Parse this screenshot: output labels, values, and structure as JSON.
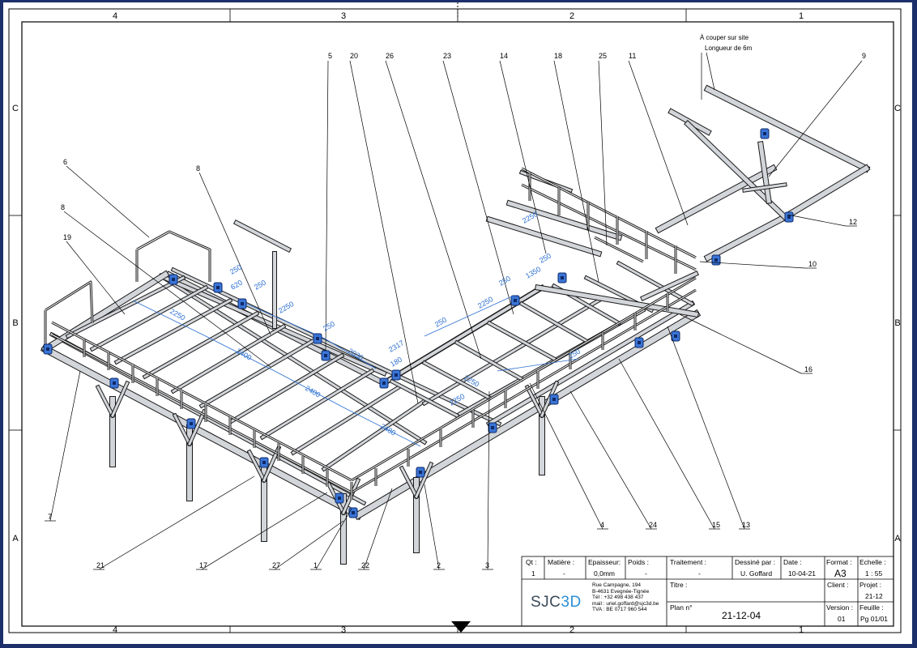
{
  "border": {
    "zones_columns": [
      "4",
      "3",
      "2",
      "1"
    ],
    "zones_rows": [
      "C",
      "B",
      "A"
    ]
  },
  "callouts": {
    "top": [
      "5",
      "20",
      "26",
      "23",
      "14",
      "18",
      "25",
      "11",
      "9"
    ],
    "left": [
      "6",
      "8",
      "19",
      "8"
    ],
    "right": [
      "12",
      "10",
      "16"
    ],
    "bottom": [
      "7",
      "21",
      "17",
      "27",
      "1",
      "22",
      "2",
      "3",
      "4",
      "24",
      "15",
      "13"
    ]
  },
  "site_note": [
    "À couper sur site",
    "Longueur de 6m"
  ],
  "dimensions": [
    "250",
    "620",
    "250",
    "2250",
    "250",
    "2030",
    "2317",
    "180",
    "2250",
    "2400",
    "2400",
    "2480",
    "2250",
    "250",
    "2250",
    "250",
    "1350",
    "250",
    "2250",
    "250",
    "2250"
  ],
  "title_block": {
    "qt_label": "Qt :",
    "qt": "1",
    "matiere_label": "Matière :",
    "matiere": "-",
    "epaisseur_label": "Epaisseur:",
    "epaisseur": "0,0mm",
    "poids_label": "Poids :",
    "poids": "-",
    "traitement_label": "Traitement :",
    "traitement": "-",
    "dessine_label": "Dessiné par :",
    "dessine": "U. Goffard",
    "date_label": "Date :",
    "date": "10-04-21",
    "format_label": "Format :",
    "format": "A3",
    "echelle_label": "Echelle :",
    "echelle": "1 : 55",
    "titre_label": "Titre :",
    "client_label": "Client :",
    "projet_label": "Projet :",
    "projet": "21-12",
    "plan_label": "Plan n°",
    "plan": "21-12-04",
    "version_label": "Version :",
    "version": "01",
    "feuille_label": "Feuille :",
    "feuille": "Pg 01/01",
    "logo_main": "SJC",
    "logo_accent": "3D",
    "address": [
      "Rue Campagne, 194",
      "B-4631 Evegnée-Tignée",
      "",
      "Tél : +32 498 438 437",
      "mail : uriel.goffard@sjc3d.be",
      "TVA : BE 0717 960 544"
    ]
  }
}
